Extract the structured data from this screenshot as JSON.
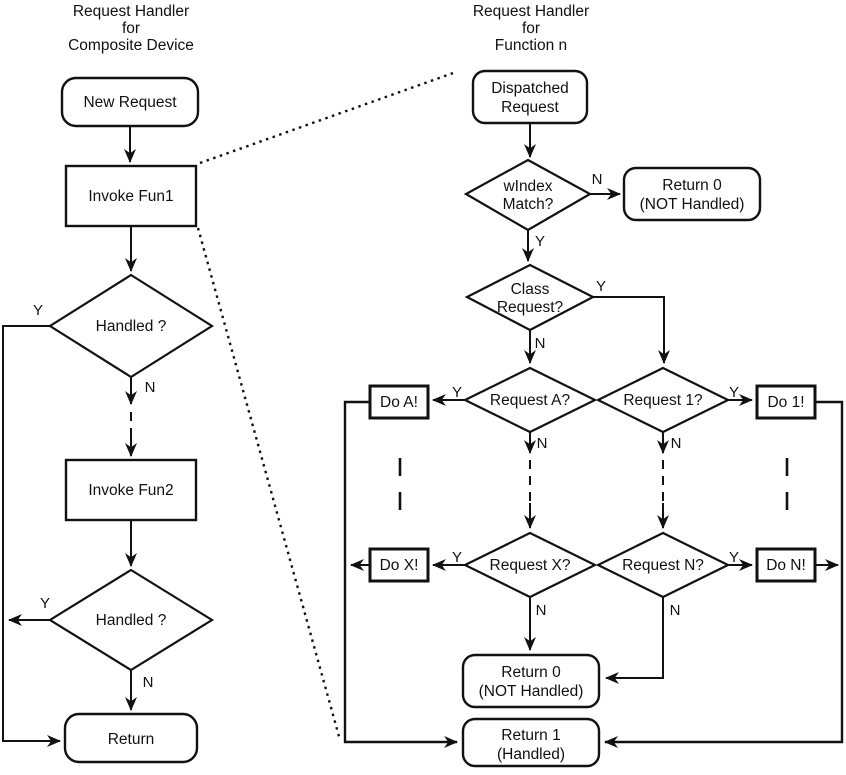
{
  "diagram_type": "flowchart",
  "labels": {
    "yes": "Y",
    "no": "N"
  },
  "colors": {
    "stroke": "#111111",
    "background": "#ffffff"
  },
  "left_chart": {
    "title": [
      "Request Handler",
      "for",
      "Composite Device"
    ],
    "nodes": {
      "new_request": "New Request",
      "invoke_fun1": "Invoke Fun1",
      "handled_top": "Handled ?",
      "invoke_fun2": "Invoke Fun2",
      "handled_bottom": "Handled ?",
      "return": "Return"
    }
  },
  "right_chart": {
    "title": [
      "Request Handler",
      "for",
      "Function n"
    ],
    "nodes": {
      "dispatched_request": [
        "Dispatched",
        "Request"
      ],
      "windex_match": [
        "wIndex",
        "Match?"
      ],
      "return0_top": [
        "Return 0",
        "(NOT Handled)"
      ],
      "class_request": [
        "Class",
        "Request?"
      ],
      "request_a": "Request A?",
      "request_1": "Request 1?",
      "request_x": "Request X?",
      "request_n": "Request N?",
      "do_a": "Do A!",
      "do_1": "Do 1!",
      "do_x": "Do X!",
      "do_n": "Do N!",
      "return0_bottom": [
        "Return 0",
        "(NOT Handled)"
      ],
      "return1": [
        "Return 1",
        "(Handled)"
      ]
    }
  }
}
